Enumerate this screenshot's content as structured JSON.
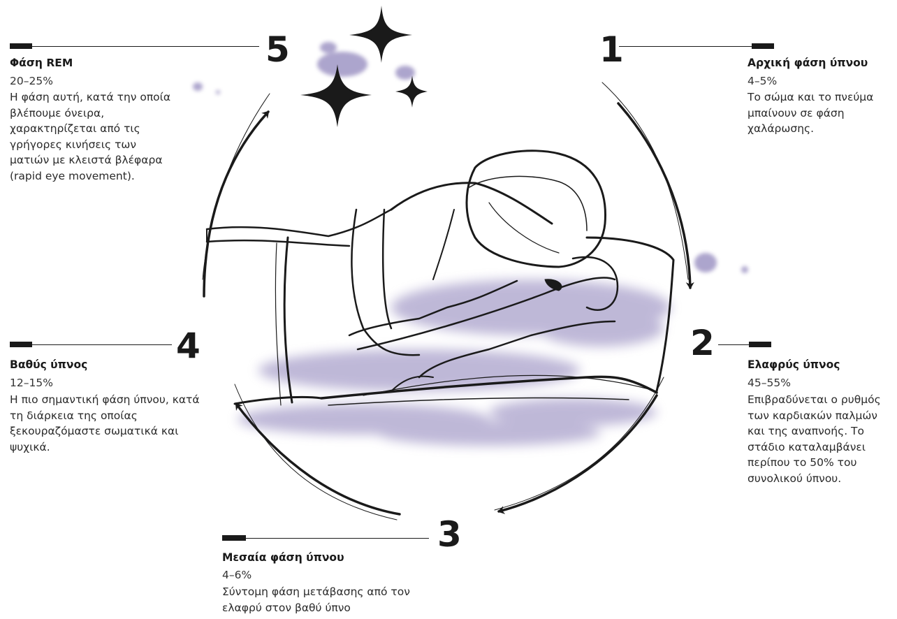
{
  "stages": [
    {
      "number": "1",
      "title": "Αρχική φάση ύπνου",
      "percent": "4–5%",
      "description": "Το σώμα και το πνεύμα μπαίνουν σε φάση χαλάρωσης."
    },
    {
      "number": "2",
      "title": "Ελαφρύς ύπνος",
      "percent": "45–55%",
      "description": "Επιβραδύνεται ο ρυθμός των καρδιακών παλμών και της αναπνοής. Το στάδιο καταλαμβάνει περίπου το 50% του συνολικού ύπνου."
    },
    {
      "number": "3",
      "title": "Μεσαία φάση ύπνου",
      "percent": "4–6%",
      "description": "Σύντομη φάση μετάβασης από τον ελαφρύ στον βαθύ ύπνο"
    },
    {
      "number": "4",
      "title": "Βαθύς ύπνος",
      "percent": "12–15%",
      "description": "Η πιο σημαντική φάση ύπνου, κατά τη διάρκεια της οποίας ξεκουραζόμαστε σωματικά και ψυχικά."
    },
    {
      "number": "5",
      "title": "Φάση REM",
      "percent": "20–25%",
      "description": "Η φάση αυτή, κατά την οποία βλέπουμε όνειρα, χαρακτηρίζεται από τις γρήγορες κινήσεις των ματιών με κλειστά βλέφαρα (rapid eye movement)."
    }
  ],
  "colors": {
    "ink": "#1a1a1a",
    "watercolor": "#8a7fb8",
    "watercolor_light": "#c7c0e0",
    "background": "#ffffff"
  },
  "icons": [
    "sparkle-icon",
    "cycle-arrow-icon",
    "sleeping-person-illustration"
  ]
}
